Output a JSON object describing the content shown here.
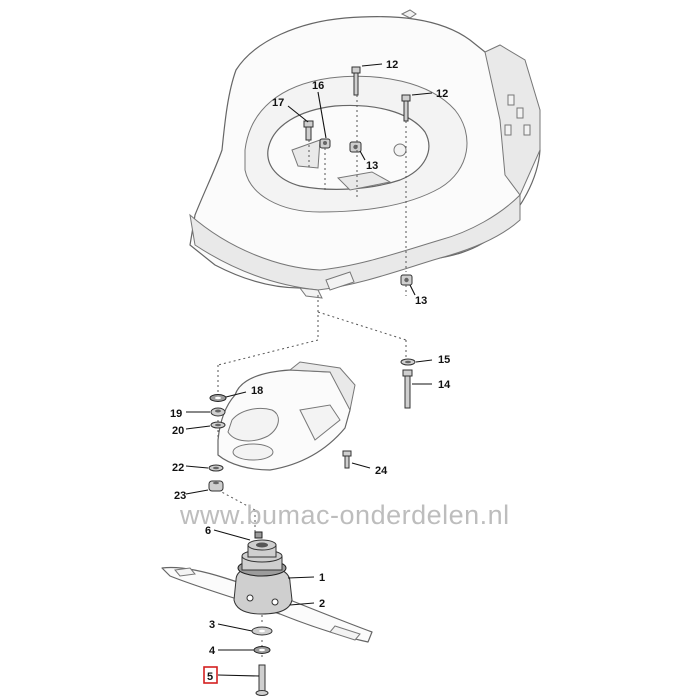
{
  "watermark": "www.bumac-onderdelen.nl",
  "highlight_color": "#d32020",
  "callouts": {
    "c12a": "12",
    "c12b": "12",
    "c16": "16",
    "c17": "17",
    "c13a": "13",
    "c13b": "13",
    "c15": "15",
    "c14": "14",
    "c18": "18",
    "c19": "19",
    "c20": "20",
    "c22": "22",
    "c23": "23",
    "c24": "24",
    "c6": "6",
    "c1": "1",
    "c2": "2",
    "c3": "3",
    "c4": "4",
    "c5": "5"
  }
}
